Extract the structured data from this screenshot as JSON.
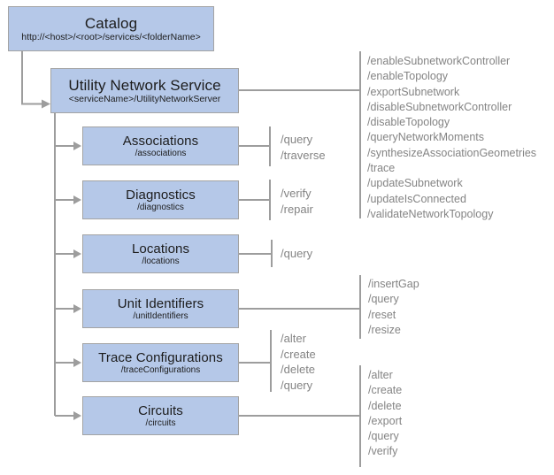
{
  "diagram": {
    "colors": {
      "box_fill": "#b5c8e8",
      "box_border": "#a3a3a3",
      "connector_line": "#9d9d9d",
      "operation_text": "#848484",
      "node_text": "#1c1c1c"
    },
    "nodes": {
      "catalog": {
        "title": "Catalog",
        "subtitle": "http://<host>/<root>/services/<folderName>"
      },
      "uns": {
        "title": "Utility Network Service",
        "subtitle": "<serviceName>/UtilityNetworkServer"
      },
      "associations": {
        "title": "Associations",
        "subtitle": "/associations"
      },
      "diagnostics": {
        "title": "Diagnostics",
        "subtitle": "/diagnostics"
      },
      "locations": {
        "title": "Locations",
        "subtitle": "/locations"
      },
      "unit_identifiers": {
        "title": "Unit Identifiers",
        "subtitle": "/unitIdentifiers"
      },
      "trace_configurations": {
        "title": "Trace Configurations",
        "subtitle": "/traceConfigurations"
      },
      "circuits": {
        "title": "Circuits",
        "subtitle": "/circuits"
      }
    },
    "operations": {
      "uns": [
        "/enableSubnetworkController",
        "/enableTopology",
        "/exportSubnetwork",
        "/disableSubnetworkController",
        "/disableTopology",
        "/queryNetworkMoments",
        "/synthesizeAssociationGeometries",
        "/trace",
        "/updateSubnetwork",
        "/updateIsConnected",
        "/validateNetworkTopology"
      ],
      "associations": [
        "/query",
        "/traverse"
      ],
      "diagnostics": [
        "/verify",
        "/repair"
      ],
      "locations": [
        "/query"
      ],
      "unit_identifiers": [
        "/insertGap",
        "/query",
        "/reset",
        "/resize"
      ],
      "trace_configurations": [
        "/alter",
        "/create",
        "/delete",
        "/query"
      ],
      "circuits": [
        "/alter",
        "/create",
        "/delete",
        "/export",
        "/query",
        "/verify"
      ]
    }
  }
}
